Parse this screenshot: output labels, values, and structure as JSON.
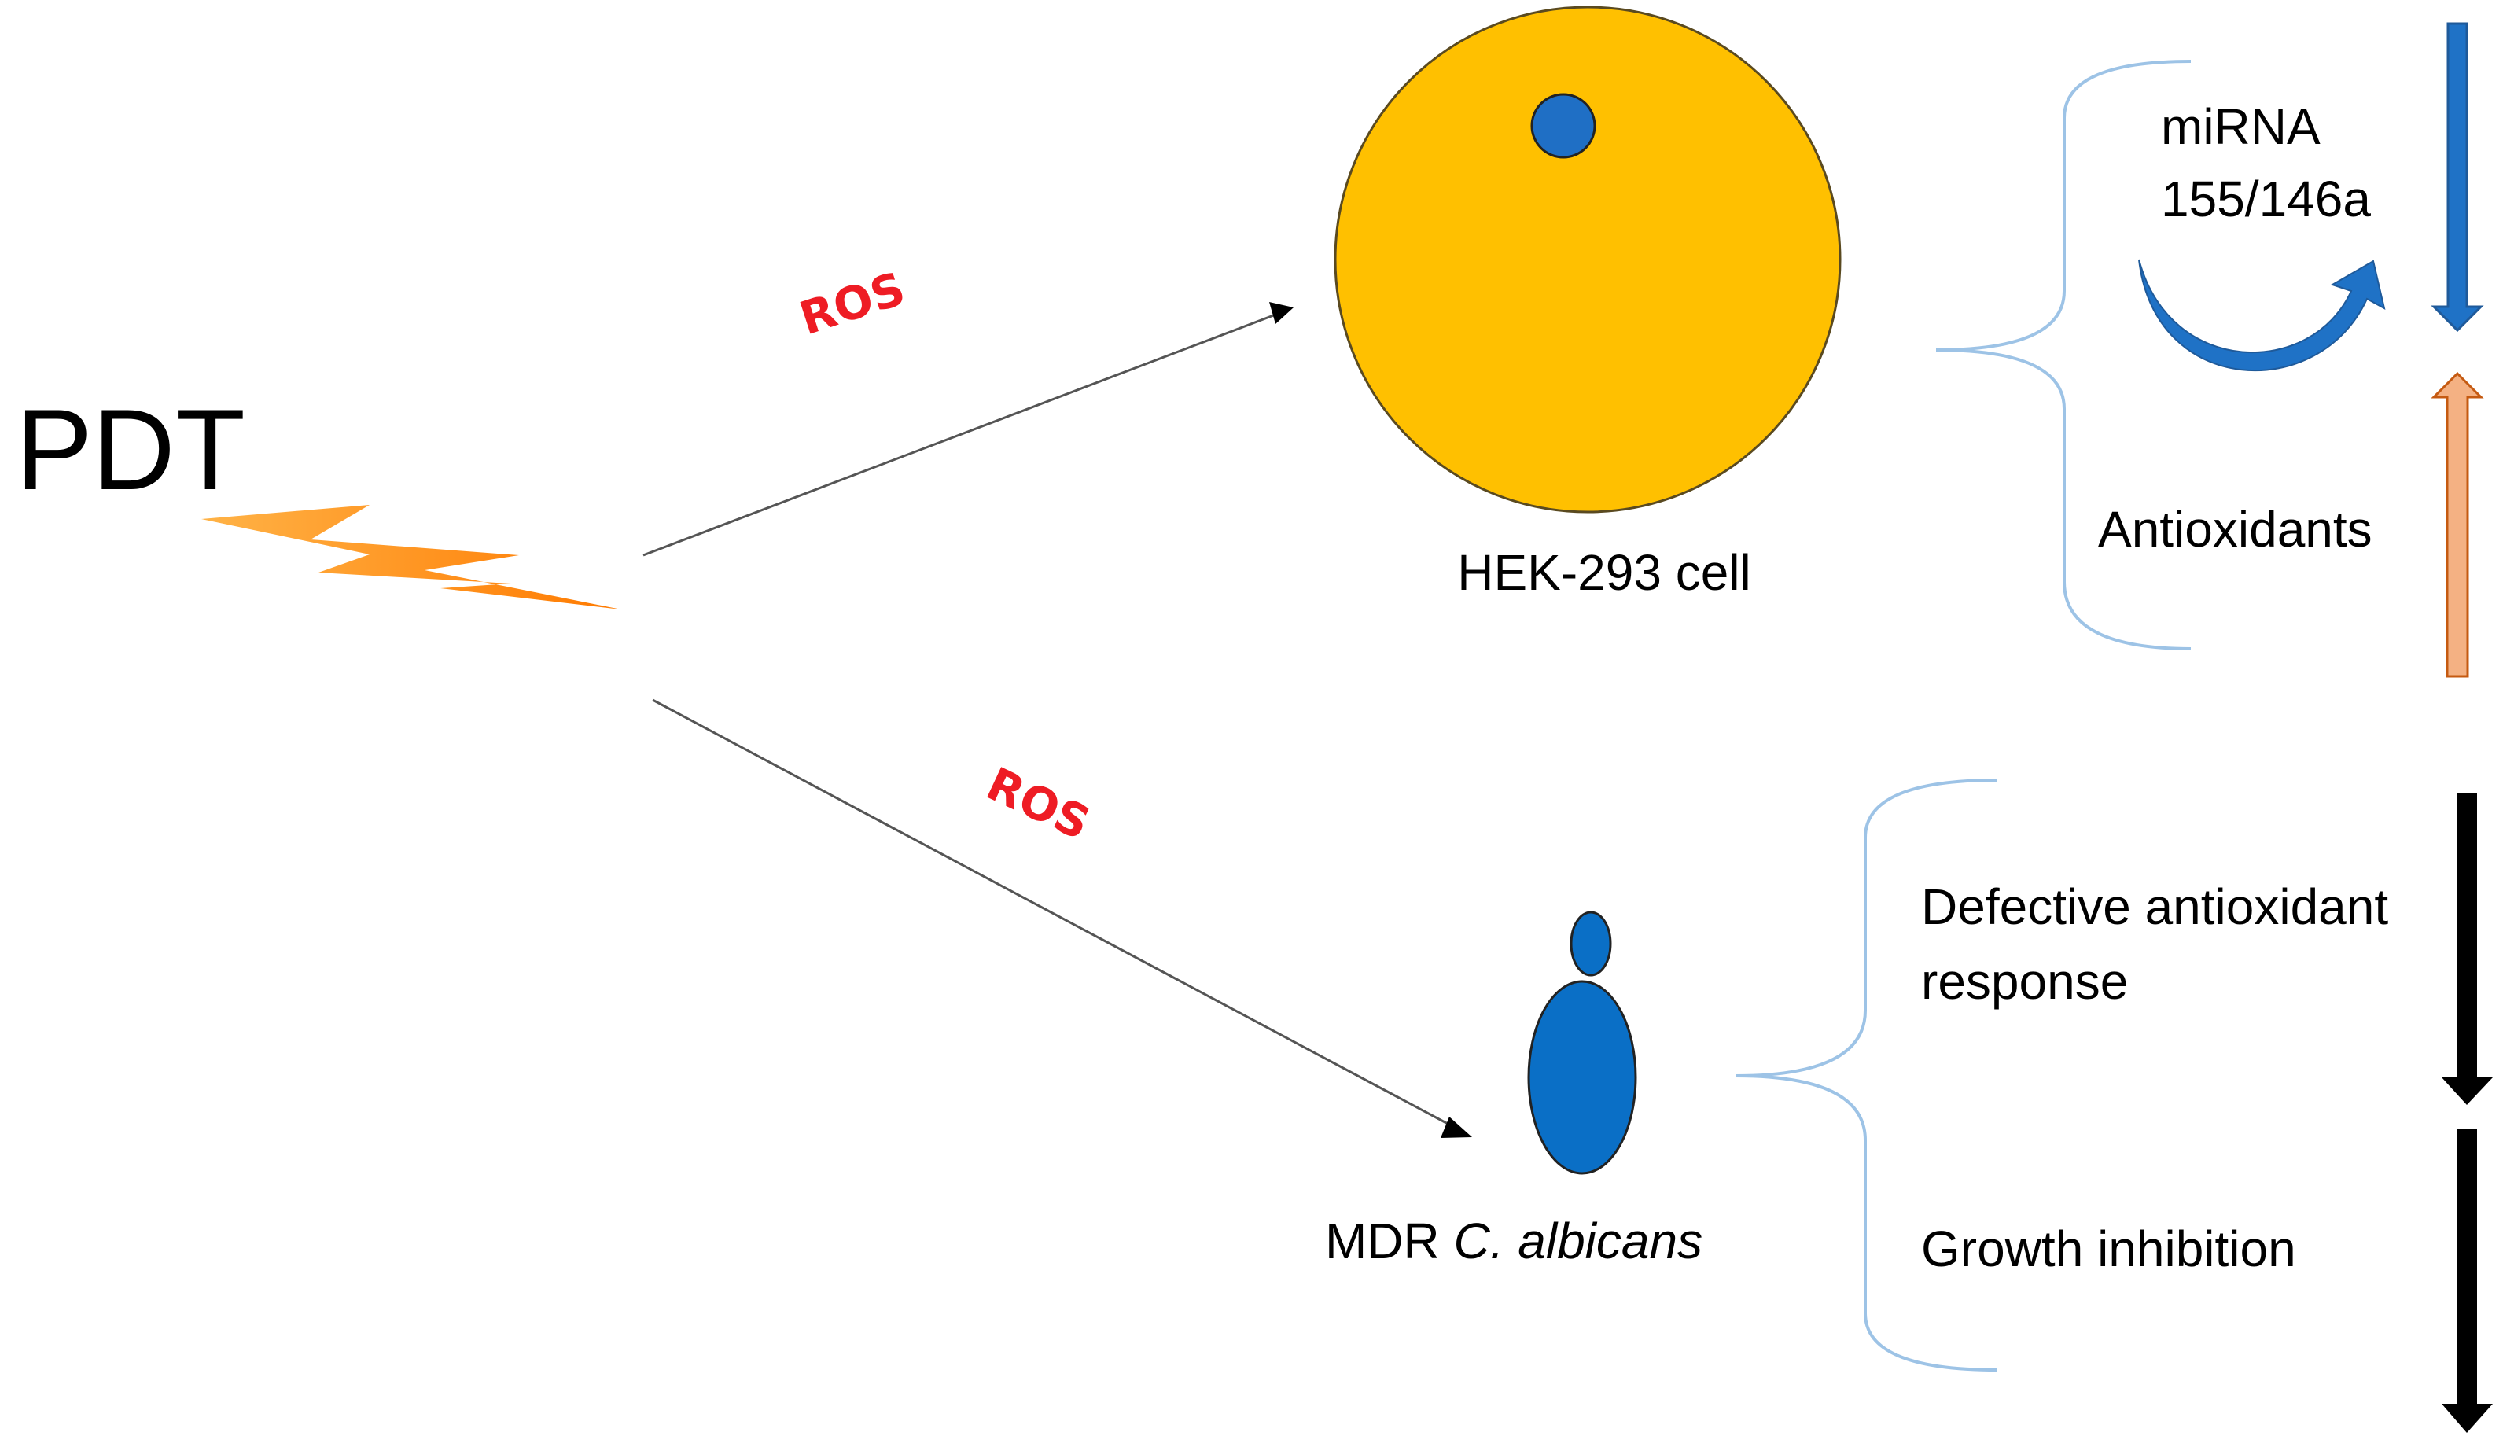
{
  "labels": {
    "pdt": "PDT",
    "ros_top": "ROS",
    "ros_bottom": "ROS",
    "hek_cell": "HEK-293 cell",
    "mirna_line1": "miRNA",
    "mirna_line2": "155/146a",
    "antioxidants": "Antioxidants",
    "mdr_prefix": "MDR ",
    "mdr_species": "C. albicans",
    "defective_line1": "Defective antioxidant",
    "defective_line2": "response",
    "growth_inhibition": "Growth inhibition"
  },
  "colors": {
    "ros_text": "#ee1c24",
    "cell_fill": "#ffc000",
    "nucleus_fill": "#1f6fc5",
    "yeast_fill": "#0a6fc6",
    "lightning": "#ff8c1a",
    "down_arrow_blue": "#1f72c6",
    "up_arrow_peach": "#f4b183",
    "bracket": "#9dc3e6",
    "black_arrow": "#000000"
  }
}
